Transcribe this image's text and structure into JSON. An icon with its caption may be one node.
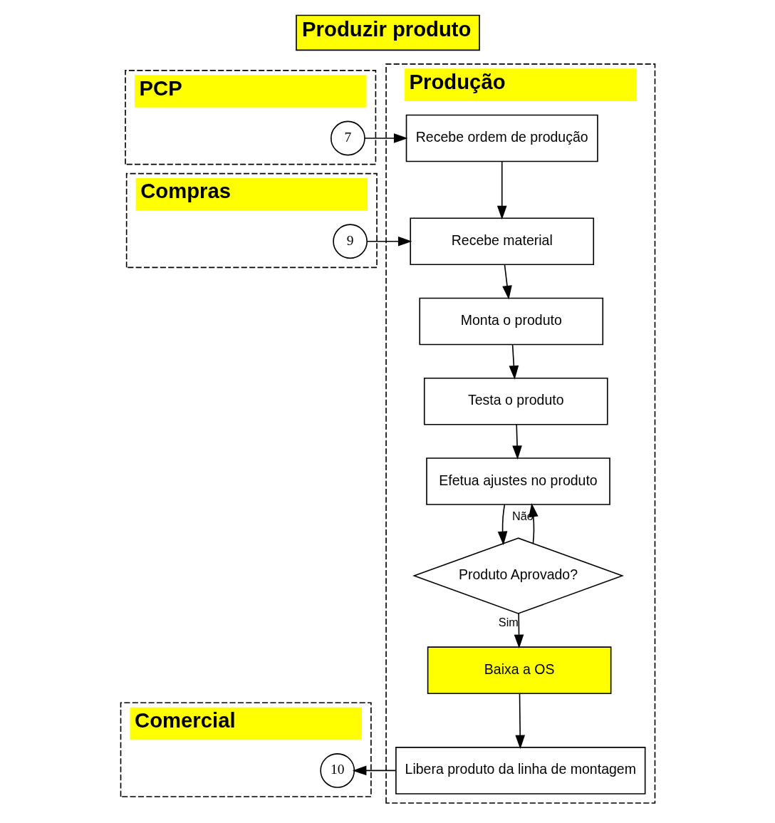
{
  "diagram": {
    "title": "Produzir produto",
    "nodes": [
      {
        "text": [
          "Comercial"
        ]
      },
      {
        "text": [
          "PCP"
        ]
      },
      {
        "text": [
          "Compras"
        ]
      },
      {
        "text": [
          "Produção"
        ]
      },
      {
        "text": [
          "7"
        ],
        "in": 1
      },
      {
        "text": [
          "Recebe ordem de produção"
        ],
        "in": 3
      },
      {
        "text": [
          "9"
        ],
        "in": 2
      },
      {
        "text": [
          "Recebe material"
        ],
        "in": 3
      },
      {
        "text": [
          "Monta o produto"
        ],
        "in": 3
      },
      {
        "text": [
          "Testa o produto"
        ],
        "in": 3
      },
      {
        "text": [
          "Efetua ajustes no produto"
        ],
        "in": 3
      },
      {
        "text": [
          "Produto Aprovado?"
        ],
        "in": 3
      },
      {
        "text": [
          "Baixa a OS"
        ],
        "in": 3
      },
      {
        "text": [
          "Libera produto da linha de montagem"
        ],
        "in": 3
      },
      {
        "text": [
          "10"
        ],
        "in": 0
      }
    ],
    "edges": [
      {
        "from": 4,
        "to": 5,
        "arrow": "to"
      },
      {
        "from": 5,
        "to": 7,
        "arrow": "to"
      },
      {
        "from": 6,
        "to": 7,
        "arrow": "to"
      },
      {
        "from": 7,
        "to": 8,
        "arrow": "to"
      },
      {
        "from": 8,
        "to": 9,
        "arrow": "to"
      },
      {
        "from": 9,
        "to": 10,
        "arrow": "to"
      },
      {
        "from": 10,
        "to": 11,
        "arrow": "to"
      },
      {
        "from": 11,
        "to": 10,
        "label": "Não",
        "arrow": "to"
      },
      {
        "from": 11,
        "to": 12,
        "label": "Sim",
        "arrow": "to"
      },
      {
        "from": 12,
        "to": 13,
        "arrow": "to"
      },
      {
        "from": 13,
        "to": 14,
        "arrow": "to"
      }
    ]
  }
}
